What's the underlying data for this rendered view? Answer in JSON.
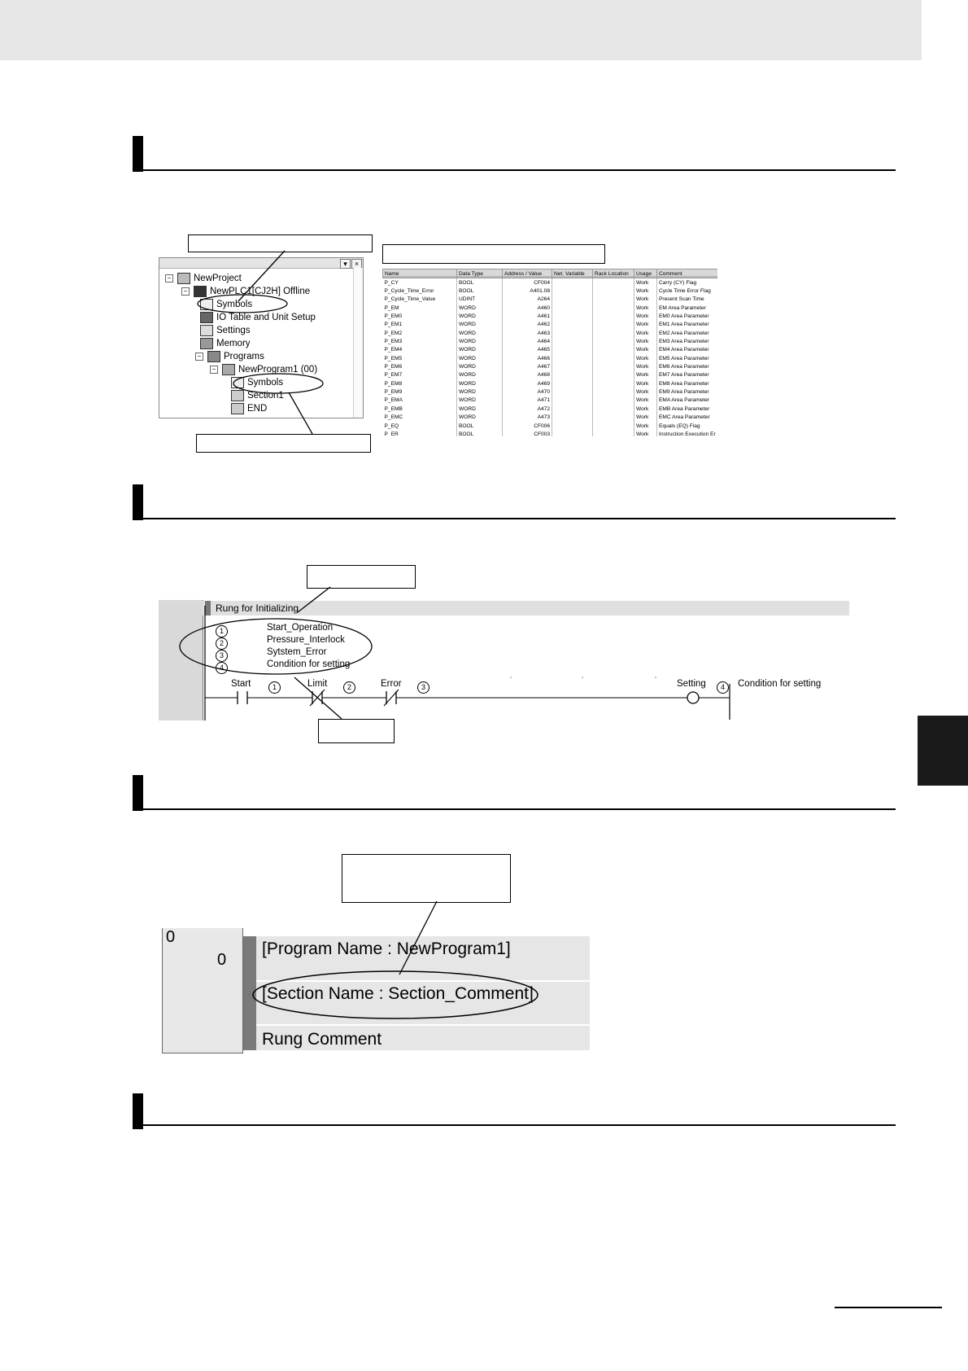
{
  "figure_tree": {
    "items": [
      {
        "label": "NewProject",
        "expander": "−"
      },
      {
        "label": "NewPLC1[CJ2H] Offline",
        "expander": "−"
      },
      {
        "label": "Symbols",
        "expander": ""
      },
      {
        "label": "IO Table and Unit Setup",
        "expander": ""
      },
      {
        "label": "Settings",
        "expander": ""
      },
      {
        "label": "Memory",
        "expander": ""
      },
      {
        "label": "Programs",
        "expander": "−"
      },
      {
        "label": "NewProgram1 (00)",
        "expander": "−"
      },
      {
        "label": "Symbols",
        "expander": ""
      },
      {
        "label": "Section1",
        "expander": ""
      },
      {
        "label": "END",
        "expander": ""
      }
    ],
    "window_buttons": [
      "▾",
      "×"
    ]
  },
  "symbol_table": {
    "columns": [
      "Name",
      "Data Type",
      "Address / Value",
      "Net. Variable",
      "Rack Location",
      "Usage",
      "Comment"
    ],
    "rows": [
      [
        "P_CY",
        "BOOL",
        "CF004",
        "",
        "",
        "Work",
        "Carry (CY) Flag"
      ],
      [
        "P_Cycle_Time_Error",
        "BOOL",
        "A401.08",
        "",
        "",
        "Work",
        "Cycle Time Error Flag"
      ],
      [
        "P_Cycle_Time_Value",
        "UDINT",
        "A264",
        "",
        "",
        "Work",
        "Present Scan Time"
      ],
      [
        "P_EM",
        "WORD",
        "A460",
        "",
        "",
        "Work",
        "EM Area Parameter"
      ],
      [
        "P_EM0",
        "WORD",
        "A461",
        "",
        "",
        "Work",
        "EM0 Area Parameter"
      ],
      [
        "P_EM1",
        "WORD",
        "A462",
        "",
        "",
        "Work",
        "EM1 Area Parameter"
      ],
      [
        "P_EM2",
        "WORD",
        "A463",
        "",
        "",
        "Work",
        "EM2 Area Parameter"
      ],
      [
        "P_EM3",
        "WORD",
        "A464",
        "",
        "",
        "Work",
        "EM3 Area Parameter"
      ],
      [
        "P_EM4",
        "WORD",
        "A465",
        "",
        "",
        "Work",
        "EM4 Area Parameter"
      ],
      [
        "P_EM5",
        "WORD",
        "A466",
        "",
        "",
        "Work",
        "EM5 Area Parameter"
      ],
      [
        "P_EM6",
        "WORD",
        "A467",
        "",
        "",
        "Work",
        "EM6 Area Parameter"
      ],
      [
        "P_EM7",
        "WORD",
        "A468",
        "",
        "",
        "Work",
        "EM7 Area Parameter"
      ],
      [
        "P_EM8",
        "WORD",
        "A469",
        "",
        "",
        "Work",
        "EM8 Area Parameter"
      ],
      [
        "P_EM9",
        "WORD",
        "A470",
        "",
        "",
        "Work",
        "EM9 Area Parameter"
      ],
      [
        "P_EMA",
        "WORD",
        "A471",
        "",
        "",
        "Work",
        "EMA Area Parameter"
      ],
      [
        "P_EMB",
        "WORD",
        "A472",
        "",
        "",
        "Work",
        "EMB Area Parameter"
      ],
      [
        "P_EMC",
        "WORD",
        "A473",
        "",
        "",
        "Work",
        "EMC Area Parameter"
      ],
      [
        "P_EQ",
        "BOOL",
        "CF006",
        "",
        "",
        "Work",
        "Equals (EQ) Flag"
      ],
      [
        "P_ER",
        "BOOL",
        "CF003",
        "",
        "",
        "Work",
        "Instruction Execution Er"
      ]
    ]
  },
  "ladder": {
    "rung_title": "Rung for Initializing",
    "comment_lines": [
      {
        "num": "1",
        "text": "Start_Operation"
      },
      {
        "num": "2",
        "text": "Pressure_Interlock"
      },
      {
        "num": "3",
        "text": "Sytstem_Error"
      },
      {
        "num": "4",
        "text": "Condition for setting"
      }
    ],
    "contacts": [
      {
        "label": "Start",
        "num": "1"
      },
      {
        "label": "Limit",
        "num": "2"
      },
      {
        "label": "Error",
        "num": "3"
      }
    ],
    "coil": {
      "label": "Setting",
      "num": "4",
      "comment": "Condition for setting"
    }
  },
  "section_comment": {
    "left_numbers": [
      "0",
      "0"
    ],
    "program_name": "[Program Name : NewProgram1]",
    "section_name": "[Section Name : Section_Comment]",
    "rung_comment": "Rung Comment"
  }
}
